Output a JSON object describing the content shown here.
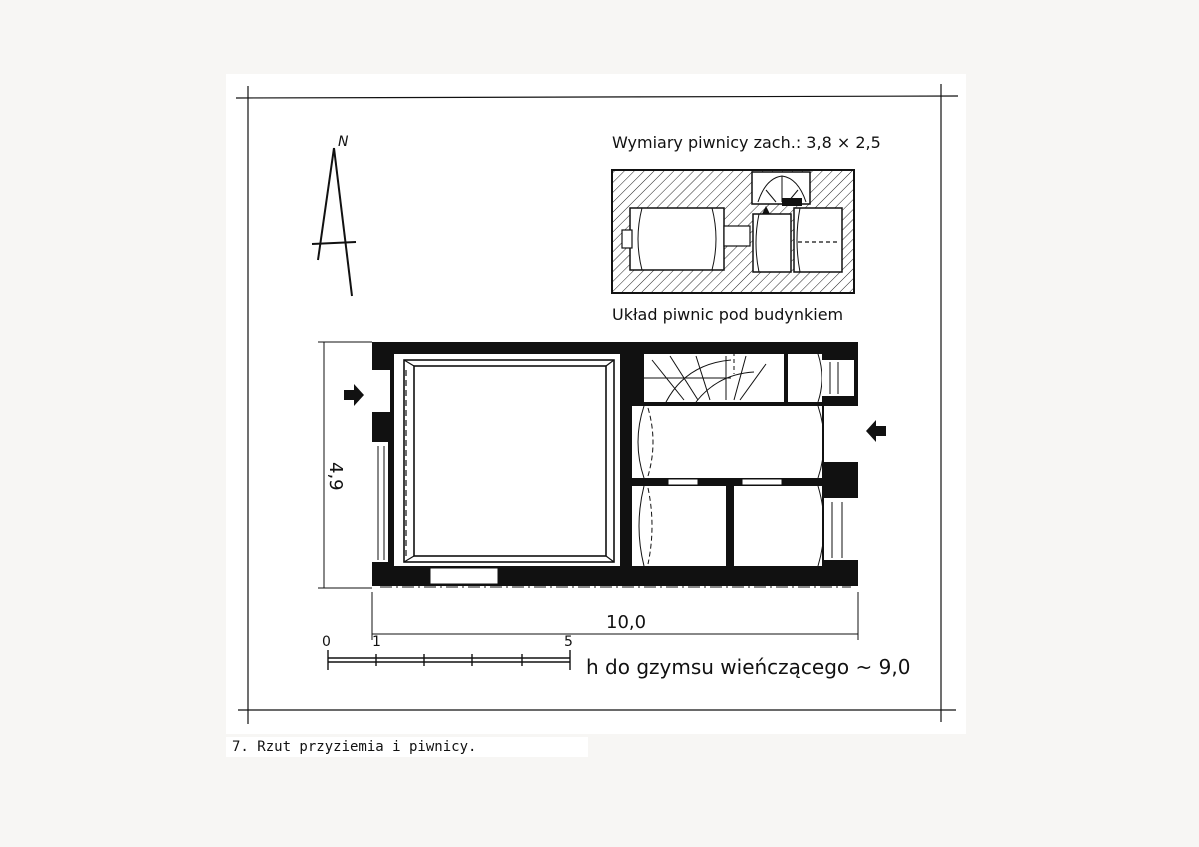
{
  "north_mark": "N",
  "cellar_dims_label": "Wymiary piwnicy zach.: 3,8 × 2,5",
  "cellar_layout_label": "Układ piwnic pod budynkiem",
  "depth_dimension": "4,9",
  "width_dimension": "10,0",
  "scale": {
    "tick_0": "0",
    "tick_1": "1",
    "tick_5": "5"
  },
  "height_note": "h do gzymsu wieńczącego ~ 9,0",
  "caption": "7. Rzut przyziemia i piwnicy."
}
